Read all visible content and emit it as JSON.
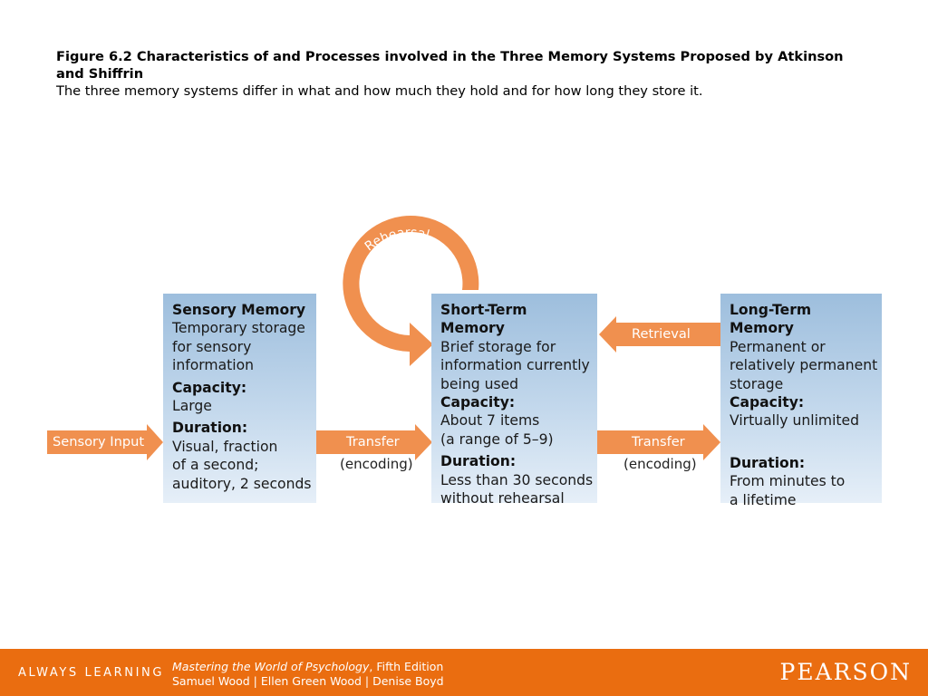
{
  "caption": {
    "title": "Figure 6.2   Characteristics of and Processes involved in the Three Memory Systems Proposed by Atkinson and Shiffrin",
    "subtitle": "The three memory systems differ in what and how much they hold and for how long they store it."
  },
  "boxes": {
    "sensory": {
      "heading": "Sensory Memory",
      "desc": [
        "Temporary storage",
        "for sensory",
        "information"
      ],
      "capacity_label": "Capacity:",
      "capacity": [
        "Large"
      ],
      "duration_label": "Duration:",
      "duration": [
        "Visual, fraction",
        "of a second;",
        "auditory, 2 seconds"
      ]
    },
    "stm": {
      "heading": "Short-Term Memory",
      "desc": [
        "Brief storage for",
        "information currently",
        "being used"
      ],
      "capacity_label": "Capacity:",
      "capacity": [
        "About 7 items",
        "(a range of 5–9)"
      ],
      "duration_label": "Duration:",
      "duration": [
        "Less than 30 seconds",
        "without rehearsal"
      ]
    },
    "ltm": {
      "heading": "Long-Term Memory",
      "desc": [
        "Permanent or",
        "relatively permanent",
        "storage"
      ],
      "capacity_label": "Capacity:",
      "capacity": [
        "Virtually unlimited"
      ],
      "duration_label": "Duration:",
      "duration": [
        "From minutes to",
        "a lifetime"
      ]
    }
  },
  "arrows": {
    "sensory_input": "Sensory Input",
    "transfer_1": "Transfer",
    "encoding_1": "(encoding)",
    "transfer_2": "Transfer",
    "encoding_2": "(encoding)",
    "retrieval": "Retrieval",
    "rehearsal": "Rehearsal"
  },
  "colors": {
    "arrow_orange": "#f0904f",
    "box_blue_top": "#9dbedd",
    "footer_orange": "#ea6d10"
  },
  "footer": {
    "tagline": "ALWAYS LEARNING",
    "book_title": "Mastering the World of Psychology",
    "edition": ", Fifth Edition",
    "authors": "Samuel Wood | Ellen Green Wood | Denise Boyd",
    "publisher": "PEARSON"
  }
}
